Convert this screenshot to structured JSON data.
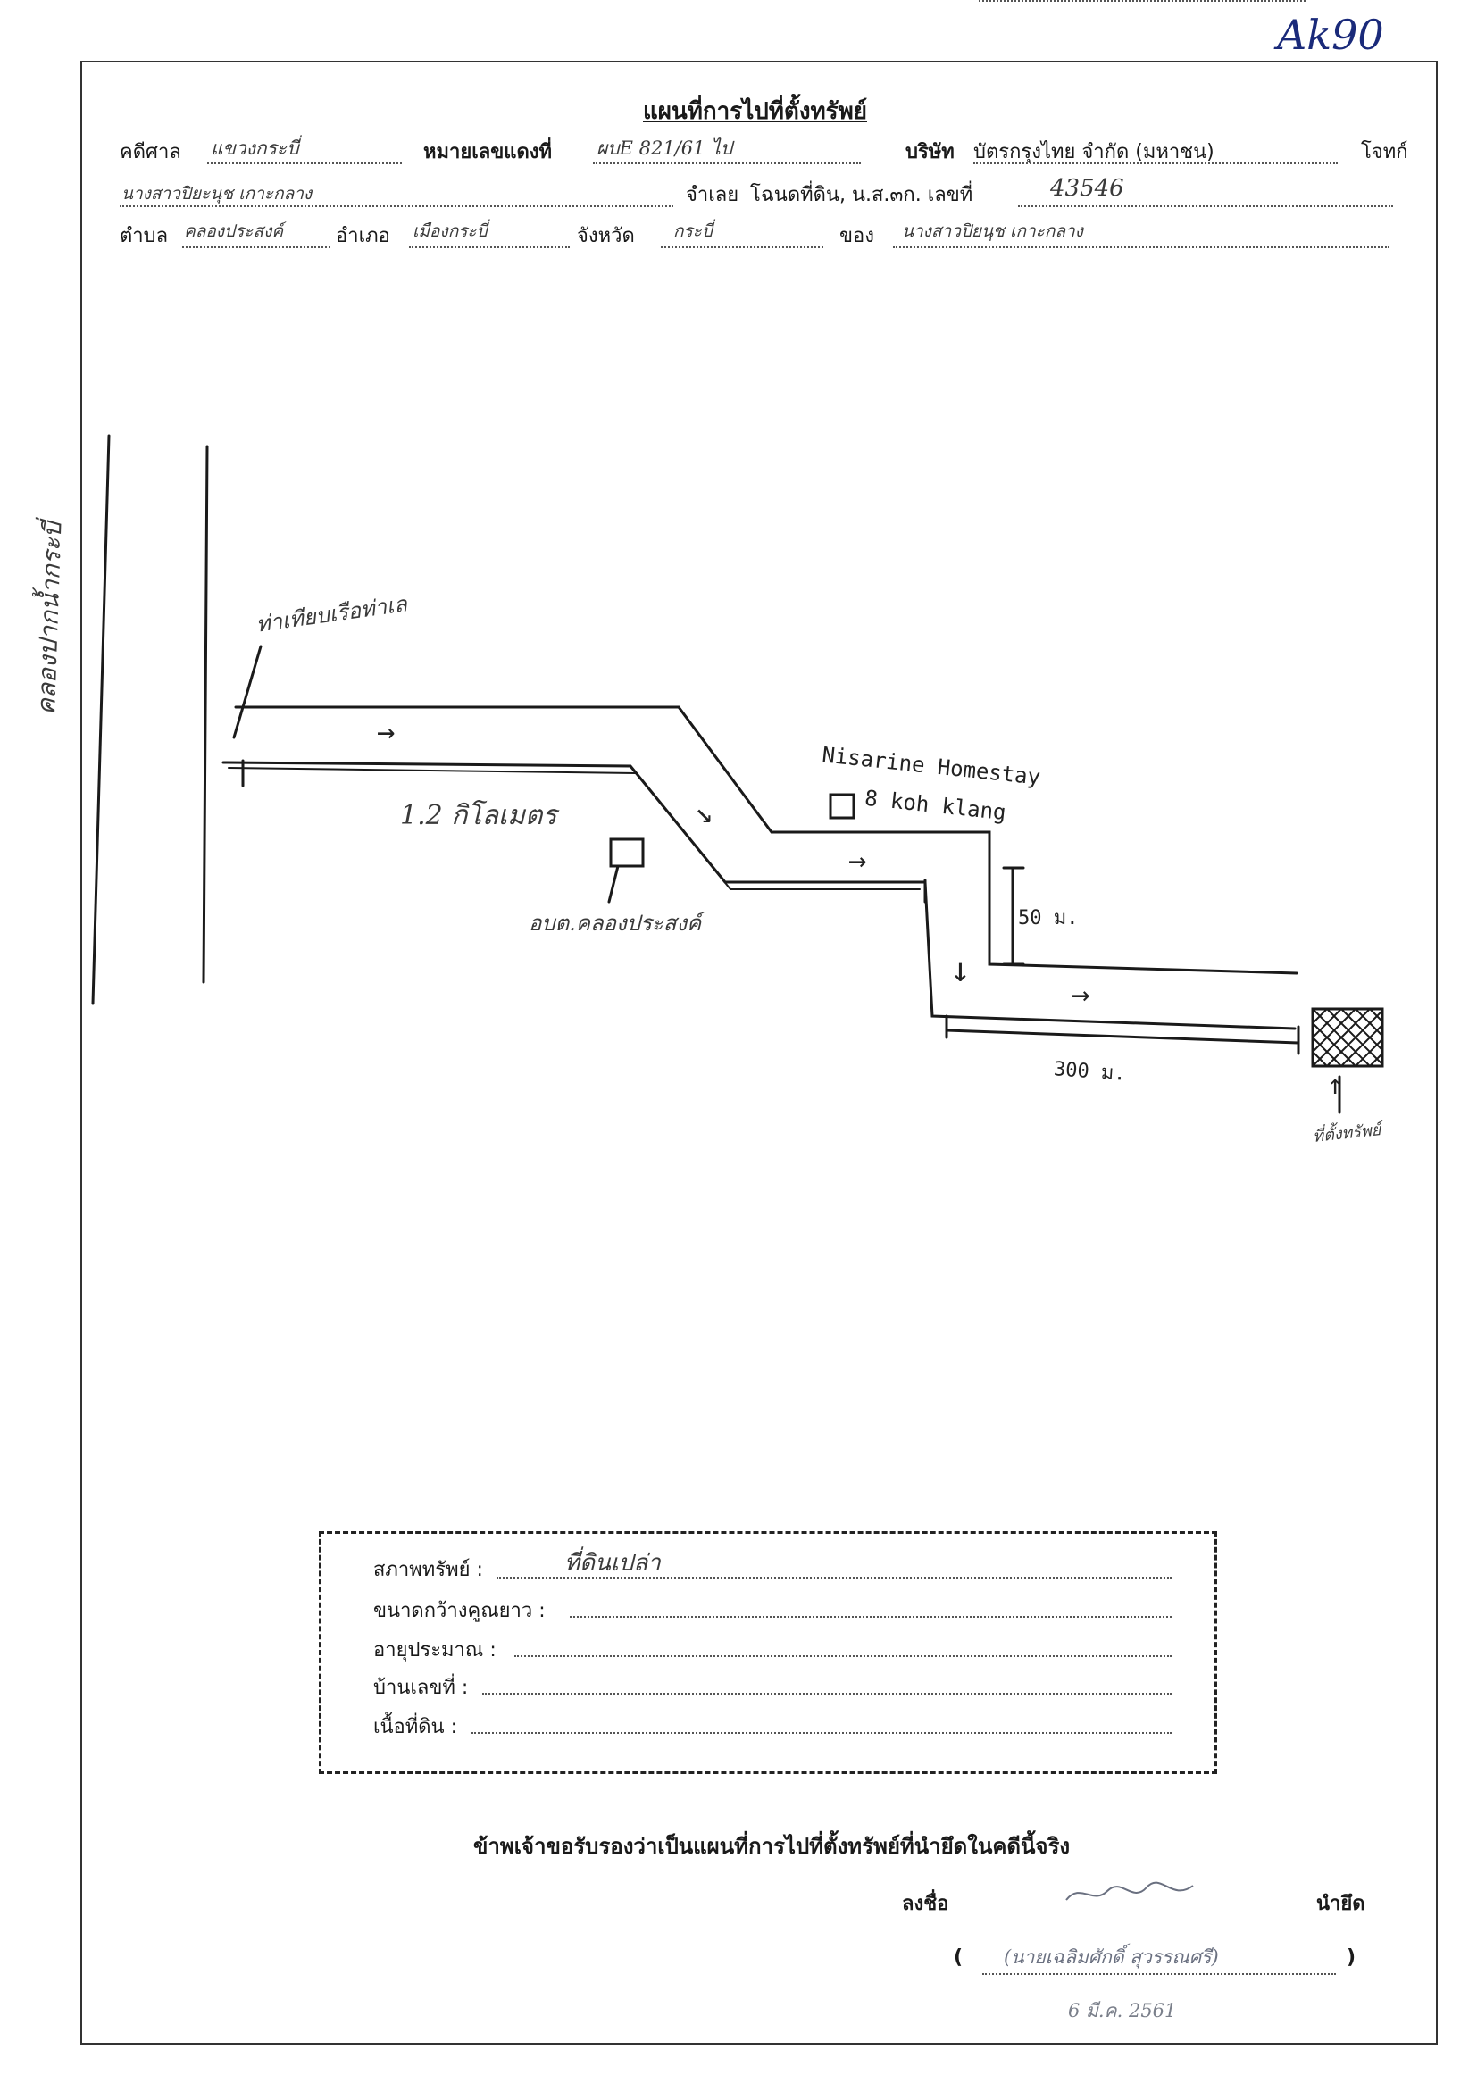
{
  "stamp_number": "Ak90",
  "title": "แผนที่การไปที่ตั้งทรัพย์",
  "header": {
    "court_label": "คดีศาล",
    "court_value": "แขวงกระบี่",
    "red_case_label": "หมายเลขแดงที่",
    "red_case_value": "ผบE 821/61 ไป",
    "company_label": "บริษัท",
    "company_value": "บัตรกรุงไทย จำกัด (มหาชน)",
    "plaintiff_label": "โจทก์",
    "defendant_value": "นางสาวปิยะนุช เกาะกลาง",
    "defendant_label": "จำเลย",
    "deed_label": "โฉนดที่ดิน, น.ส.๓ก. เลขที่",
    "deed_value": "43546",
    "subdistrict_label": "ตำบล",
    "subdistrict_value": "คลองประสงค์",
    "district_label": "อำเภอ",
    "district_value": "เมืองกระบี่",
    "province_label": "จังหวัด",
    "province_value": "กระบี่",
    "owner_label": "ของ",
    "owner_value": "นางสาวปิยนุช เกาะกลาง"
  },
  "map": {
    "canal_label": "คลองปากน้ำกระบี่",
    "pier_label": "ท่าเทียบเรือท่าเล",
    "distance_label": "1.2 กิโลเมตร",
    "office_label": "อบต.คลองประสงค์",
    "homestay_name": "Nisarine Homestay",
    "homestay_sub": "8 koh klang",
    "dist_50": "50 ม.",
    "dist_300": "300 ม.",
    "property_label": "ที่ตั้งทรัพย์",
    "arrow_glyphs": {
      "right": "→",
      "down": "↓",
      "up": "↑",
      "diag": "↘"
    }
  },
  "property_box": {
    "condition_label": "สภาพทรัพย์ :",
    "condition_value": "ที่ดินเปล่า",
    "size_label": "ขนาดกว้างคูณยาว :",
    "age_label": "อายุประมาณ :",
    "house_no_label": "บ้านเลขที่ :",
    "land_area_label": "เนื้อที่ดิน :"
  },
  "certify_text": "ข้าพเจ้าขอรับรองว่าเป็นแผนที่การไปที่ตั้งทรัพย์ที่นำยึดในคดีนี้จริง",
  "signature": {
    "sign_label": "ลงชื่อ",
    "role_label": "นำยึด",
    "name": "(นายเฉลิมศักดิ์ สุวรรณศรี)",
    "open_paren": "(",
    "close_paren": ")",
    "date": "6 มี.ค. 2561"
  }
}
